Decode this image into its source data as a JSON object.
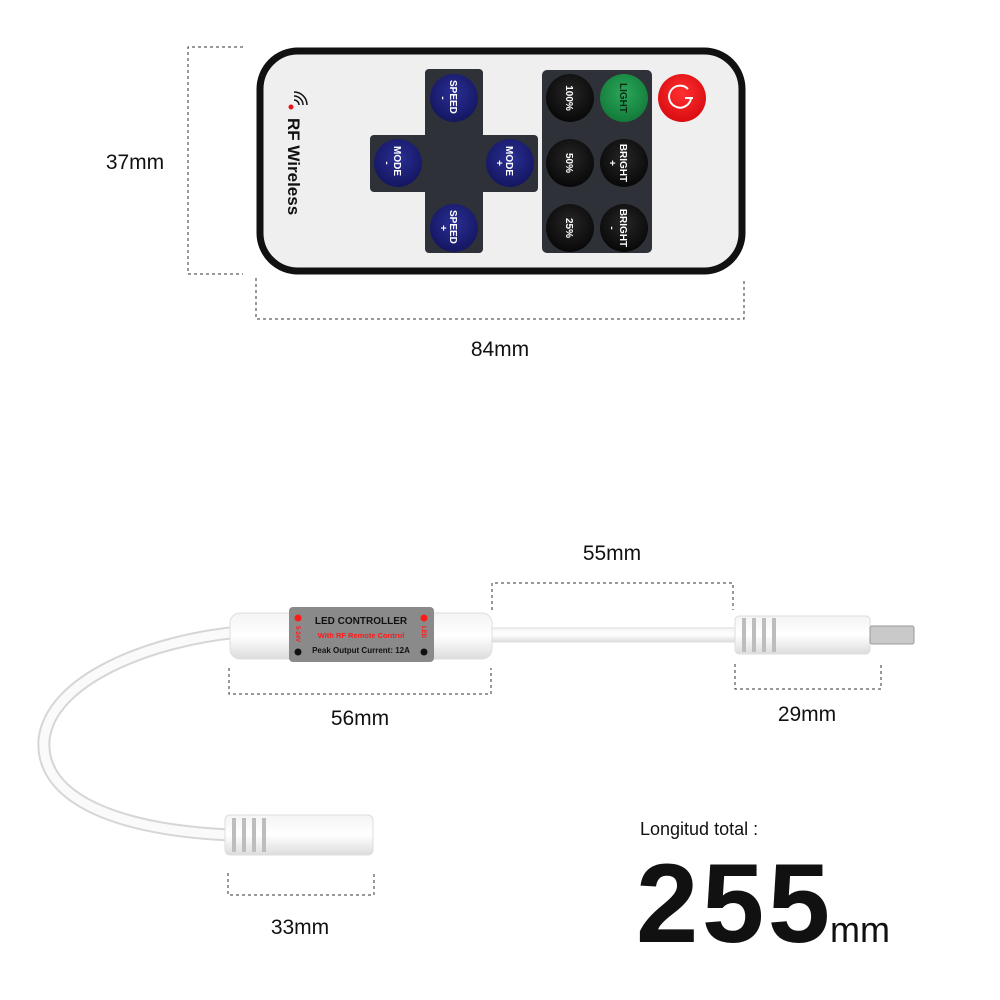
{
  "remote": {
    "brand": "RF Wireless",
    "buttons": {
      "speed_minus": [
        "SPEED",
        "-"
      ],
      "mode_minus": [
        "MODE",
        "-"
      ],
      "mode_plus": [
        "MODE",
        "+"
      ],
      "speed_plus": [
        "SPEED",
        "+"
      ],
      "p100": "100%",
      "light": "LIGHT",
      "p50": "50%",
      "bright_plus": [
        "BRIGHT",
        "+"
      ],
      "p25": "25%",
      "bright_minus": [
        "BRIGHT",
        "-"
      ]
    },
    "height_label": "37mm",
    "width_label": "84mm"
  },
  "controller": {
    "title": "LED CONTROLLER",
    "subtitle": "With RF Remote Control",
    "spec": "Peak Output Current: 12A",
    "input_label": "5-24V",
    "output_label": "LED",
    "dims": {
      "cable": "55mm",
      "body": "56mm",
      "male_connector": "29mm",
      "female_connector": "33mm"
    }
  },
  "total": {
    "label": "Longitud total :",
    "value": "255",
    "unit": "mm"
  },
  "colors": {
    "remote_body": "#efefef",
    "remote_border": "#111111",
    "panel": "#2e3138",
    "blue_button": "#1c1f73",
    "black_button": "#141414",
    "light_button": "#1f9048",
    "power_button": "#e8141b",
    "label_grey": "#8a8a8a",
    "label_red": "#ff1a1a"
  }
}
